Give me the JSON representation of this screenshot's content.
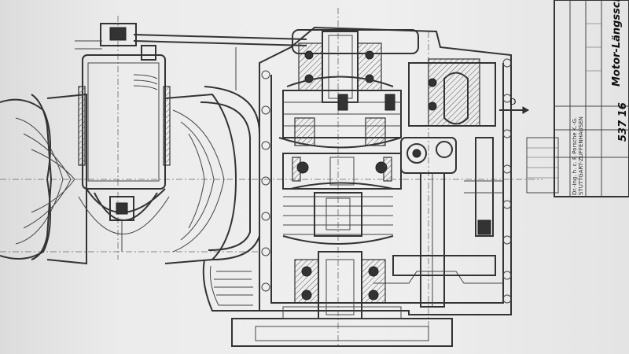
{
  "drawing": {
    "section_marker": "D",
    "title_block": {
      "title_main": "Motor-Längsschn",
      "title_sub": "537 16",
      "firm_line1": "Dr.-Ing. h. c. F. Porsche K.-G.",
      "firm_line2": "STUTTGART-ZUFFENHAUSEN"
    }
  }
}
